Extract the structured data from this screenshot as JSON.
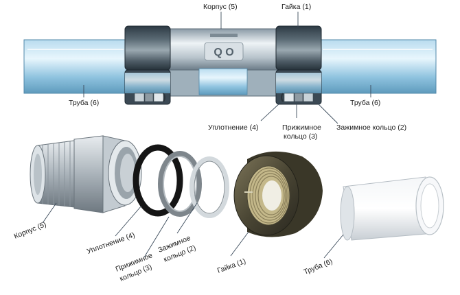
{
  "top_labels": {
    "body": "Корпус (5)",
    "nut": "Гайка (1)",
    "pipe_left": "Труба (6)",
    "pipe_right": "Труба (6)",
    "seal": "Уплотнение (4)",
    "press_ring_line1": "Прижимное",
    "press_ring_line2": "кольцо (3)",
    "clamp_ring": "Зажимное кольцо (2)"
  },
  "bottom_labels": {
    "body": "Корпус (5)",
    "seal": "Уплотнение (4)",
    "press_ring_line1": "Прижимное",
    "press_ring_line2": "кольцо (3)",
    "clamp_ring_line1": "Зажимное",
    "clamp_ring_line2": "кольцо (2)",
    "nut": "Гайка (1)",
    "pipe": "Труба (6)"
  },
  "body_marking": "Q O"
}
